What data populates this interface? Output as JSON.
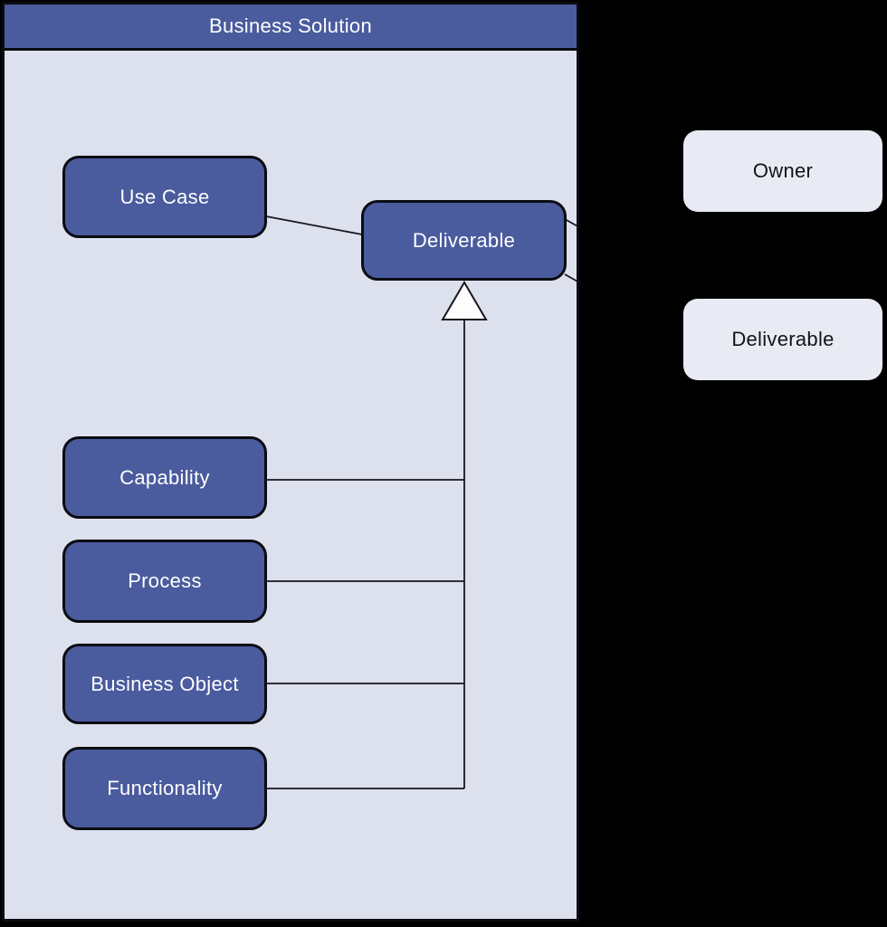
{
  "diagram": {
    "container": {
      "title": "Business Solution"
    },
    "nodes": {
      "use_case": {
        "label": "Use Case"
      },
      "deliverable": {
        "label": "Deliverable"
      },
      "capability": {
        "label": "Capability"
      },
      "process": {
        "label": "Process"
      },
      "business_object": {
        "label": "Business Object"
      },
      "functionality": {
        "label": "Functionality"
      }
    },
    "external_nodes": {
      "owner": {
        "label": "Owner"
      },
      "deliverable": {
        "label": "Deliverable"
      }
    },
    "edges": {
      "association": [
        {
          "from": "Use Case",
          "to": "Deliverable"
        },
        {
          "from": "Deliverable",
          "to": "right (toward Owner)"
        },
        {
          "from": "Deliverable",
          "to": "right (toward external Deliverable)"
        }
      ],
      "generalization": {
        "parent": "Deliverable",
        "children": [
          "Capability",
          "Process",
          "Business Object",
          "Functionality"
        ],
        "arrow": "hollow-triangle"
      }
    },
    "colors": {
      "canvas_bg": "#000000",
      "container_header": "#4a5b9e",
      "container_body": "#dde1ee",
      "container_outline": "#0b0c11",
      "node_fill": "#4a5b9e",
      "node_text": "#ffffff",
      "external_node_fill": "#e9ebf4",
      "external_node_text": "#131417",
      "edge_stroke": "#16171c",
      "triangle_fill": "#fdfdfe"
    }
  }
}
